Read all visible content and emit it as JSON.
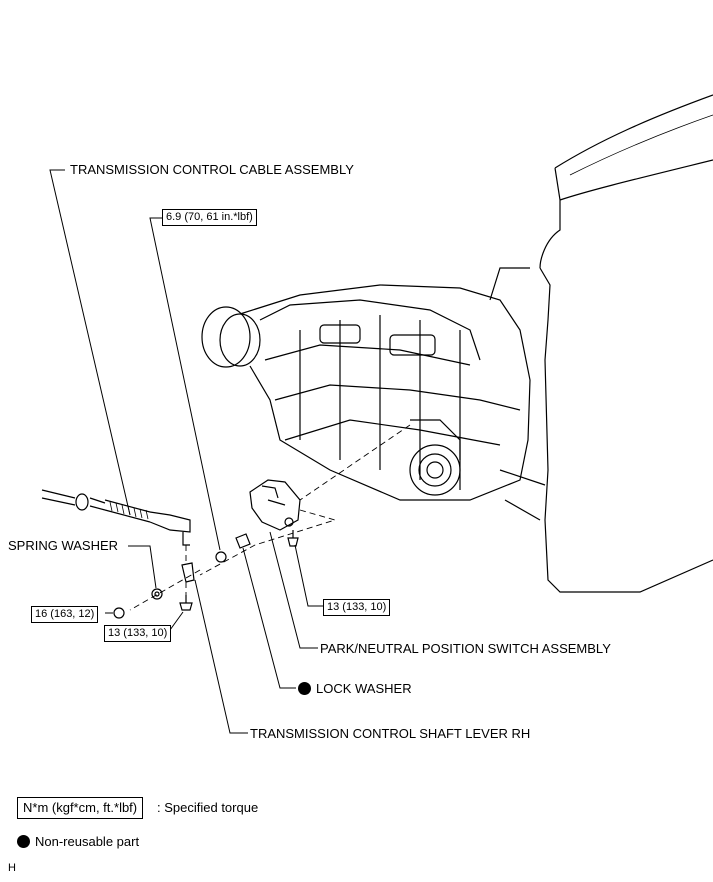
{
  "labels": {
    "cable": "TRANSMISSION CONTROL CABLE ASSEMBLY",
    "spring_washer": "SPRING WASHER",
    "pnp_switch": "PARK/NEUTRAL POSITION SWITCH ASSEMBLY",
    "lock_washer": "LOCK WASHER",
    "shaft_lever": "TRANSMISSION CONTROL SHAFT LEVER RH"
  },
  "torques": {
    "top": "6.9 (70, 61 in.*lbf)",
    "left": "16 (163, 12)",
    "bottom": "13 (133, 10)",
    "switch_bolt": "13 (133, 10)"
  },
  "legend": {
    "torque_box": "N*m (kgf*cm, ft.*lbf)",
    "torque_text": ": Specified torque",
    "nonreusable_text": "Non-reusable part"
  },
  "corner_mark": "H"
}
